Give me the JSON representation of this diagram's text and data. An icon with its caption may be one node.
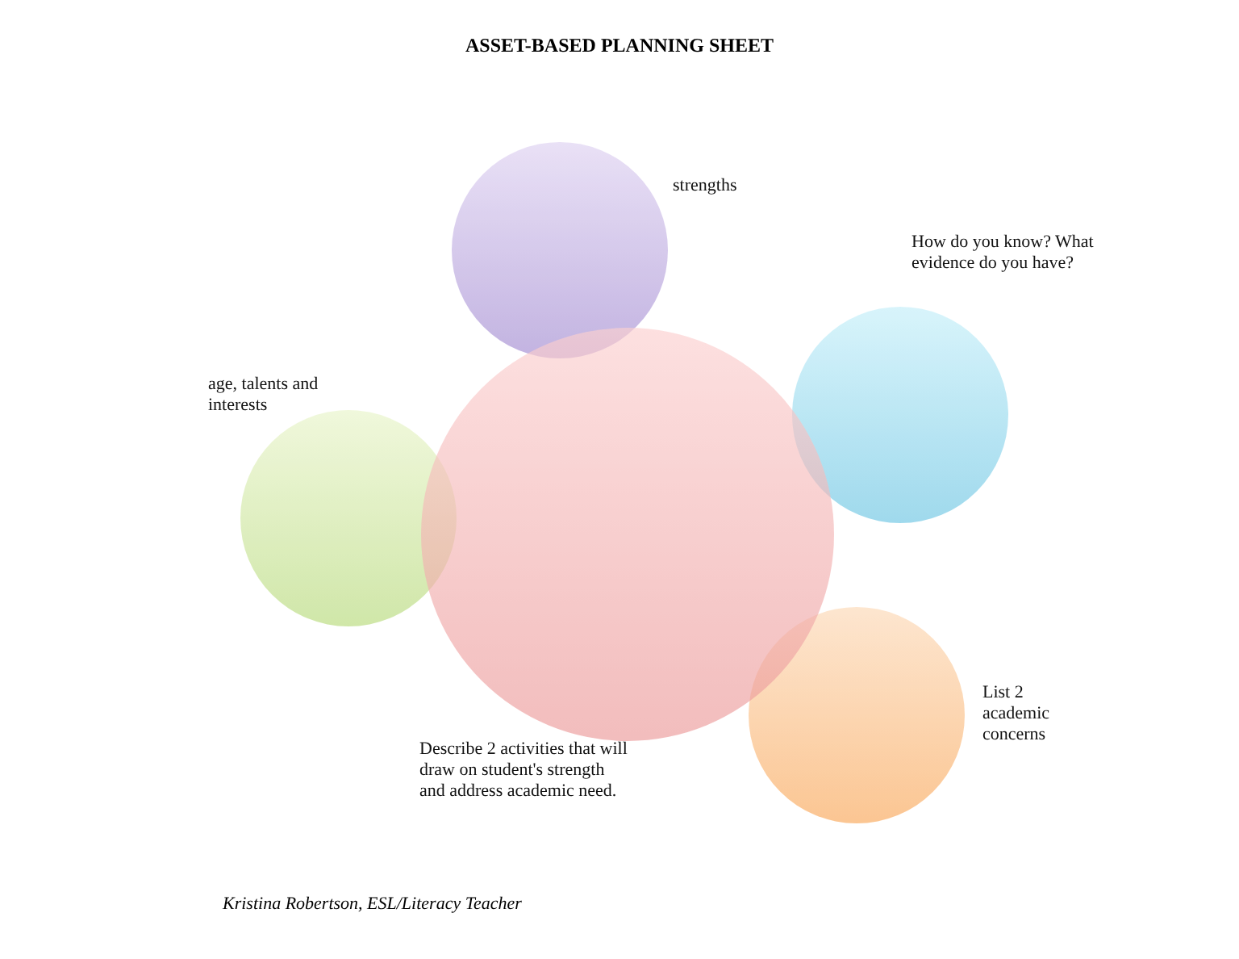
{
  "diagram": {
    "title": "ASSET-BASED PLANNING SHEET",
    "caption": "Kristina Robertson, ESL/Literacy Teacher",
    "nodes": [
      {
        "text": [],
        "shape": "circle",
        "beside": [
          "strengths"
        ]
      },
      {
        "text": [],
        "shape": "circle",
        "beside": [
          "How do you know? What evidence do you have?"
        ]
      },
      {
        "text": [],
        "shape": "circle",
        "beside": [
          "age, talents and interests"
        ]
      },
      {
        "text": [],
        "shape": "circle",
        "beside": [
          "Describe 2 activities that will draw on student's strength and address academic need."
        ]
      },
      {
        "text": [],
        "shape": "circle",
        "beside": [
          "List 2 academic concerns"
        ]
      }
    ],
    "edges": []
  }
}
